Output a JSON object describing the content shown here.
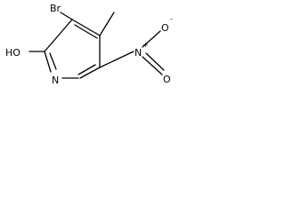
{
  "molecule": {
    "labels": {
      "bromine": "Br",
      "hydroxyl": "HO",
      "ring_nitrogen": "N",
      "nitro_nitrogen": "N",
      "nitro_plus": "+",
      "nitro_oxygen_top": "O",
      "nitro_oxygen_top_minus": "-",
      "nitro_oxygen_bottom": "O"
    },
    "colors": {
      "bond": "#000000",
      "text": "#000000",
      "background": "#ffffff"
    }
  }
}
